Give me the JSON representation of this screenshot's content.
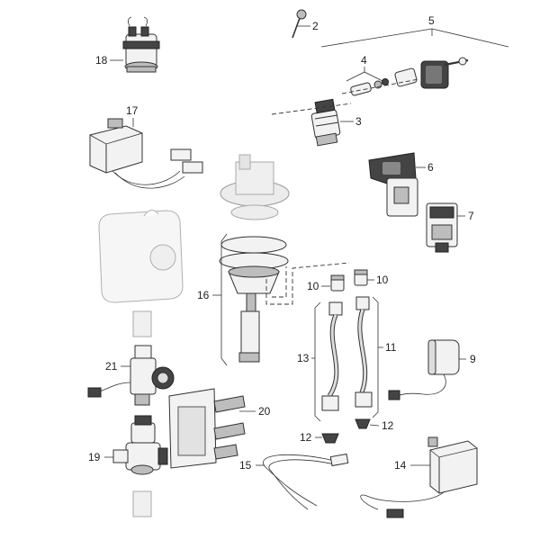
{
  "parts": [
    {
      "id": "p1",
      "label": "2"
    },
    {
      "id": "p2",
      "label": "5"
    },
    {
      "id": "p3",
      "label": "4"
    },
    {
      "id": "p4",
      "label": "3"
    },
    {
      "id": "p5",
      "label": "6"
    },
    {
      "id": "p6",
      "label": "7"
    },
    {
      "id": "p7",
      "label": "18"
    },
    {
      "id": "p8",
      "label": "17"
    },
    {
      "id": "p9",
      "label": "16"
    },
    {
      "id": "p10",
      "label": "10"
    },
    {
      "id": "p11",
      "label": "10"
    },
    {
      "id": "p12",
      "label": "13"
    },
    {
      "id": "p13",
      "label": "11"
    },
    {
      "id": "p14",
      "label": "9"
    },
    {
      "id": "p15",
      "label": "21"
    },
    {
      "id": "p16",
      "label": "20"
    },
    {
      "id": "p17",
      "label": "12"
    },
    {
      "id": "p18",
      "label": "12"
    },
    {
      "id": "p19",
      "label": "19"
    },
    {
      "id": "p20",
      "label": "15"
    },
    {
      "id": "p21",
      "label": "14"
    }
  ]
}
